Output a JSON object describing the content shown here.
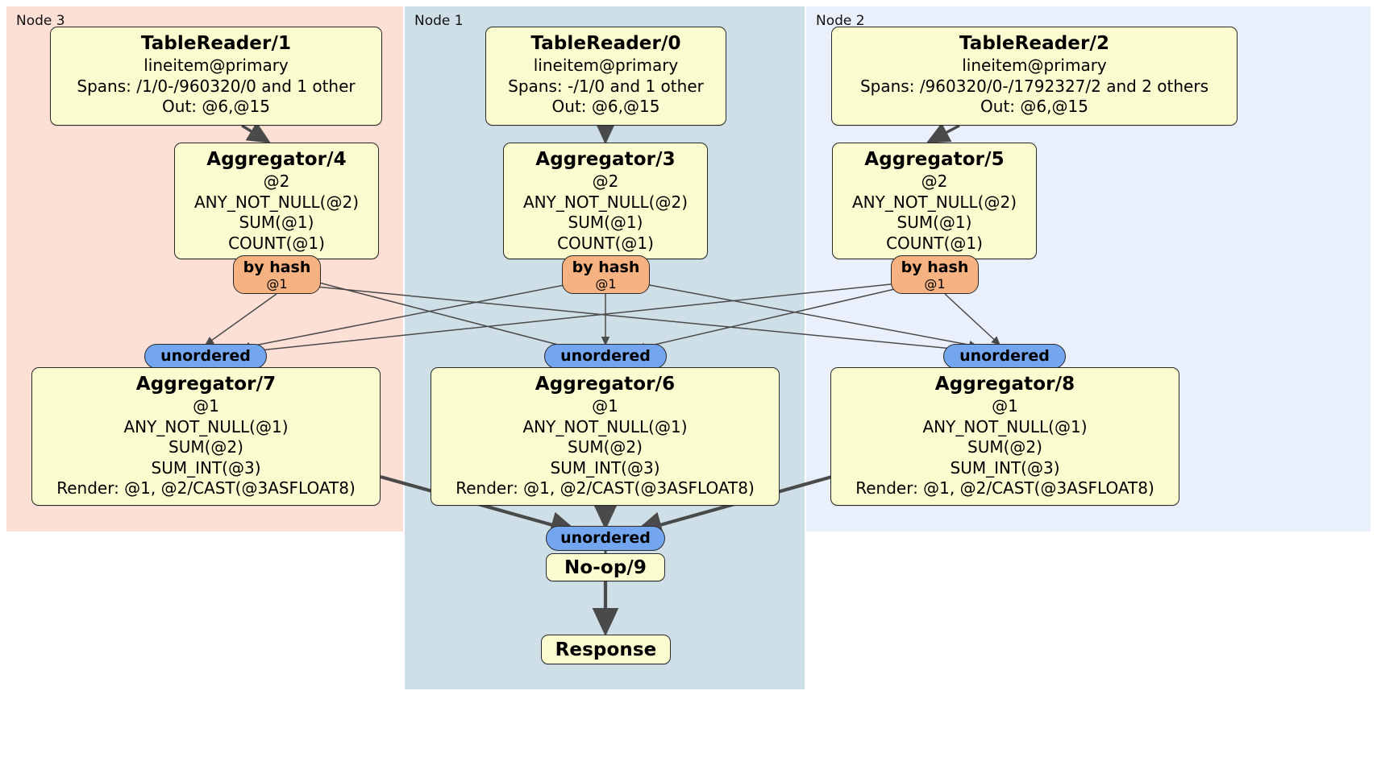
{
  "diagram": {
    "type": "distributed-query-plan",
    "colors": {
      "node3_bg": "#fce0d6",
      "node1_bg": "#cfdfe8",
      "node2_bg": "#eaf0fb",
      "processor_bg": "#fbfbd0",
      "hash_router_bg": "#f7b282",
      "unordered_bg": "#74a6f0",
      "border": "#2a2a2a",
      "edge": "#4a4a4a"
    },
    "nodes": [
      {
        "id": "node3",
        "label": "Node 3"
      },
      {
        "id": "node1",
        "label": "Node 1"
      },
      {
        "id": "node2",
        "label": "Node 2"
      }
    ]
  },
  "processors": {
    "table_reader_1": {
      "title": "TableReader/1",
      "lines": [
        "lineitem@primary",
        "Spans: /1/0-/960320/0 and 1 other",
        "Out: @6,@15"
      ]
    },
    "table_reader_0": {
      "title": "TableReader/0",
      "lines": [
        "lineitem@primary",
        "Spans: -/1/0 and 1 other",
        "Out: @6,@15"
      ]
    },
    "table_reader_2": {
      "title": "TableReader/2",
      "lines": [
        "lineitem@primary",
        "Spans: /960320/0-/1792327/2 and 2 others",
        "Out: @6,@15"
      ]
    },
    "aggregator_4": {
      "title": "Aggregator/4",
      "lines": [
        "@2",
        "ANY_NOT_NULL(@2)",
        "SUM(@1)",
        "COUNT(@1)"
      ]
    },
    "aggregator_3": {
      "title": "Aggregator/3",
      "lines": [
        "@2",
        "ANY_NOT_NULL(@2)",
        "SUM(@1)",
        "COUNT(@1)"
      ]
    },
    "aggregator_5": {
      "title": "Aggregator/5",
      "lines": [
        "@2",
        "ANY_NOT_NULL(@2)",
        "SUM(@1)",
        "COUNT(@1)"
      ]
    },
    "aggregator_7": {
      "title": "Aggregator/7",
      "lines": [
        "@1",
        "ANY_NOT_NULL(@1)",
        "SUM(@2)",
        "SUM_INT(@3)",
        "Render: @1, @2/CAST(@3ASFLOAT8)"
      ]
    },
    "aggregator_6": {
      "title": "Aggregator/6",
      "lines": [
        "@1",
        "ANY_NOT_NULL(@1)",
        "SUM(@2)",
        "SUM_INT(@3)",
        "Render: @1, @2/CAST(@3ASFLOAT8)"
      ]
    },
    "aggregator_8": {
      "title": "Aggregator/8",
      "lines": [
        "@1",
        "ANY_NOT_NULL(@1)",
        "SUM(@2)",
        "SUM_INT(@3)",
        "Render: @1, @2/CAST(@3ASFLOAT8)"
      ]
    },
    "noop_9": {
      "title": "No-op/9",
      "lines": []
    },
    "response": {
      "title": "Response",
      "lines": []
    }
  },
  "routers": {
    "hash_4": {
      "kind": "by hash",
      "column": "@1"
    },
    "hash_3": {
      "kind": "by hash",
      "column": "@1"
    },
    "hash_5": {
      "kind": "by hash",
      "column": "@1"
    }
  },
  "synchronizers": {
    "unordered_7": {
      "label": "unordered"
    },
    "unordered_6": {
      "label": "unordered"
    },
    "unordered_8": {
      "label": "unordered"
    },
    "unordered_final": {
      "label": "unordered"
    }
  }
}
